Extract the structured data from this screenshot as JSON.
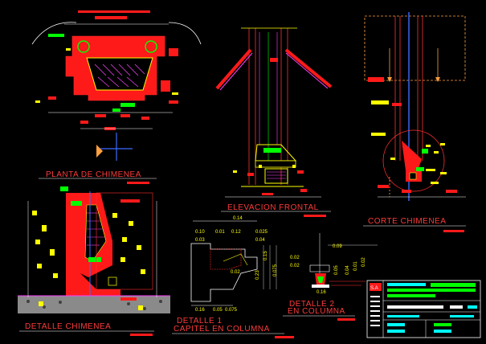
{
  "colors": {
    "background": "#000000",
    "wall": "#ff1a1a",
    "line_red": "#ff3030",
    "line_yellow": "#ffff00",
    "line_white": "#ffffff",
    "line_magenta": "#ff40ff",
    "line_green": "#00ff00",
    "line_blue": "#3b6bff",
    "line_cyan": "#00ffff",
    "orange": "#ffa040"
  },
  "titles": {
    "planta": "PLANTA DE CHIMENEA",
    "elevacion": "ELEVACION FRONTAL",
    "corte": "CORTE CHIMENEA",
    "detalle_chimenea": "DETALLE  CHIMENEA",
    "detalle1_line1": "DETALLE 1",
    "detalle1_line2": "CAPITEL EN COLUMNA",
    "detalle2_line1": "DETALLE 2",
    "detalle2_line2": "EN COLUMNA"
  },
  "dims": {
    "capitel_top": "0.14",
    "capitel_row": [
      "0.10",
      "0.01",
      "0.12",
      "0.025"
    ],
    "capitel_row2": [
      "0.03",
      "0.04"
    ],
    "capitel_bottom": [
      "0.16",
      "0.05",
      "0.075"
    ],
    "capitel_right": [
      "0.15",
      "0.075"
    ],
    "capitel_mid": [
      "0.02",
      "0.23"
    ],
    "col_left": [
      "0.02",
      "0.02"
    ],
    "col_right": [
      "0.09",
      "0.05",
      "0.04",
      "0.01",
      "0.02"
    ],
    "col_bottom": "0.16"
  },
  "title_block": {
    "logo": "S.A"
  }
}
